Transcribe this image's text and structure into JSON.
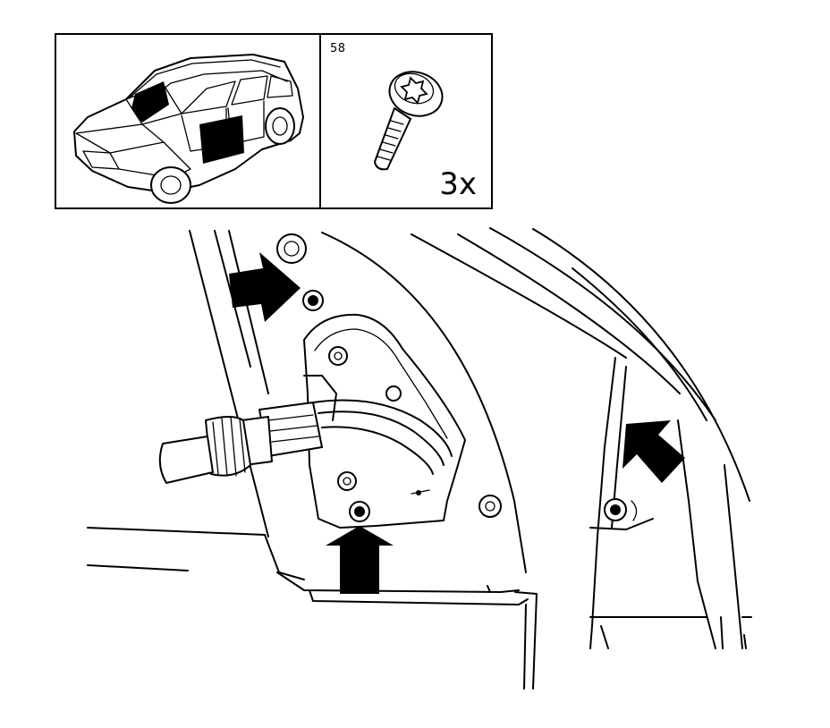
{
  "screw_inset": {
    "code": "58",
    "quantity": "3x"
  },
  "callouts": {
    "count": 3,
    "style": "solid black arrow",
    "color": "#000000"
  },
  "icons": [
    "car-location-icon",
    "torx-screw-icon",
    "arrow-icon"
  ]
}
